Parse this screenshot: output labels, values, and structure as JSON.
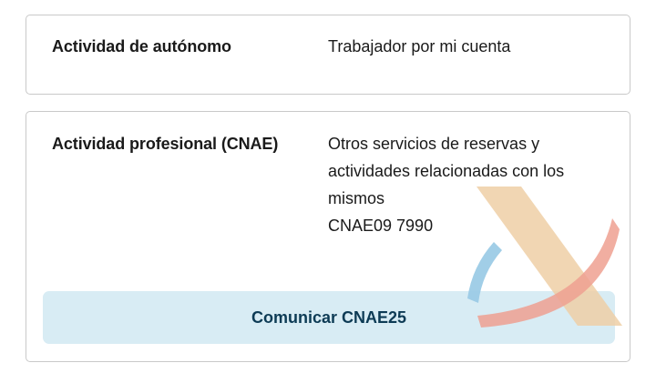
{
  "cards": [
    {
      "label": "Actividad de autónomo",
      "value_lines": [
        "Trabajador por mi cuenta"
      ]
    },
    {
      "label": "Actividad profesional (CNAE)",
      "value_lines": [
        "Otros servicios de reservas y",
        "actividades relacionadas con los",
        "mismos",
        "CNAE09 7990"
      ],
      "button_label": "Comunicar CNAE25"
    }
  ],
  "watermark": {
    "icon": "agencia-tributaria-logo-icon",
    "colors": {
      "orange": "#efcfa6",
      "red": "#eea090",
      "blue": "#9ccbe6"
    }
  },
  "colors": {
    "button_bg": "#d8ecf4",
    "button_text": "#0d3b55",
    "card_border": "#c9c9c9"
  }
}
